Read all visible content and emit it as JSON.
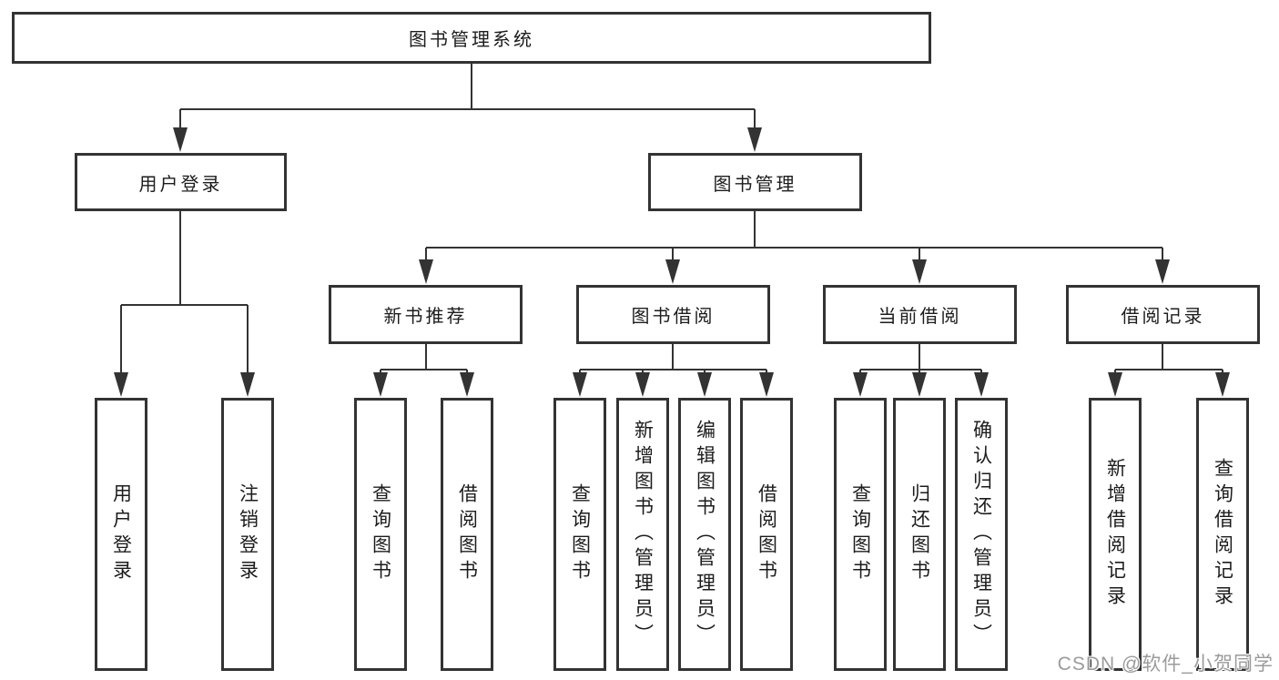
{
  "diagram": {
    "root": {
      "label": "图书管理系统",
      "children": [
        {
          "label": "用户登录",
          "children": [
            {
              "label": "用户登录"
            },
            {
              "label": "注销登录"
            }
          ]
        },
        {
          "label": "图书管理",
          "children": [
            {
              "label": "新书推荐",
              "children": [
                {
                  "label": "查询图书"
                },
                {
                  "label": "借阅图书"
                }
              ]
            },
            {
              "label": "图书借阅",
              "children": [
                {
                  "label": "查询图书"
                },
                {
                  "label": "新增图书（管理员）"
                },
                {
                  "label": "编辑图书（管理员）"
                },
                {
                  "label": "借阅图书"
                }
              ]
            },
            {
              "label": "当前借阅",
              "children": [
                {
                  "label": "查询图书"
                },
                {
                  "label": "归还图书"
                },
                {
                  "label": "确认归还（管理员）"
                }
              ]
            },
            {
              "label": "借阅记录",
              "children": [
                {
                  "label": "新增借阅记录"
                },
                {
                  "label": "查询借阅记录"
                }
              ]
            }
          ]
        }
      ]
    }
  },
  "watermark": {
    "text": "CSDN @软件_小贺同学"
  },
  "colors": {
    "line": "#333333",
    "box_border": "#333333",
    "text": "#1c1c1c",
    "watermark": "#9b9b9b",
    "background": "#ffffff"
  }
}
